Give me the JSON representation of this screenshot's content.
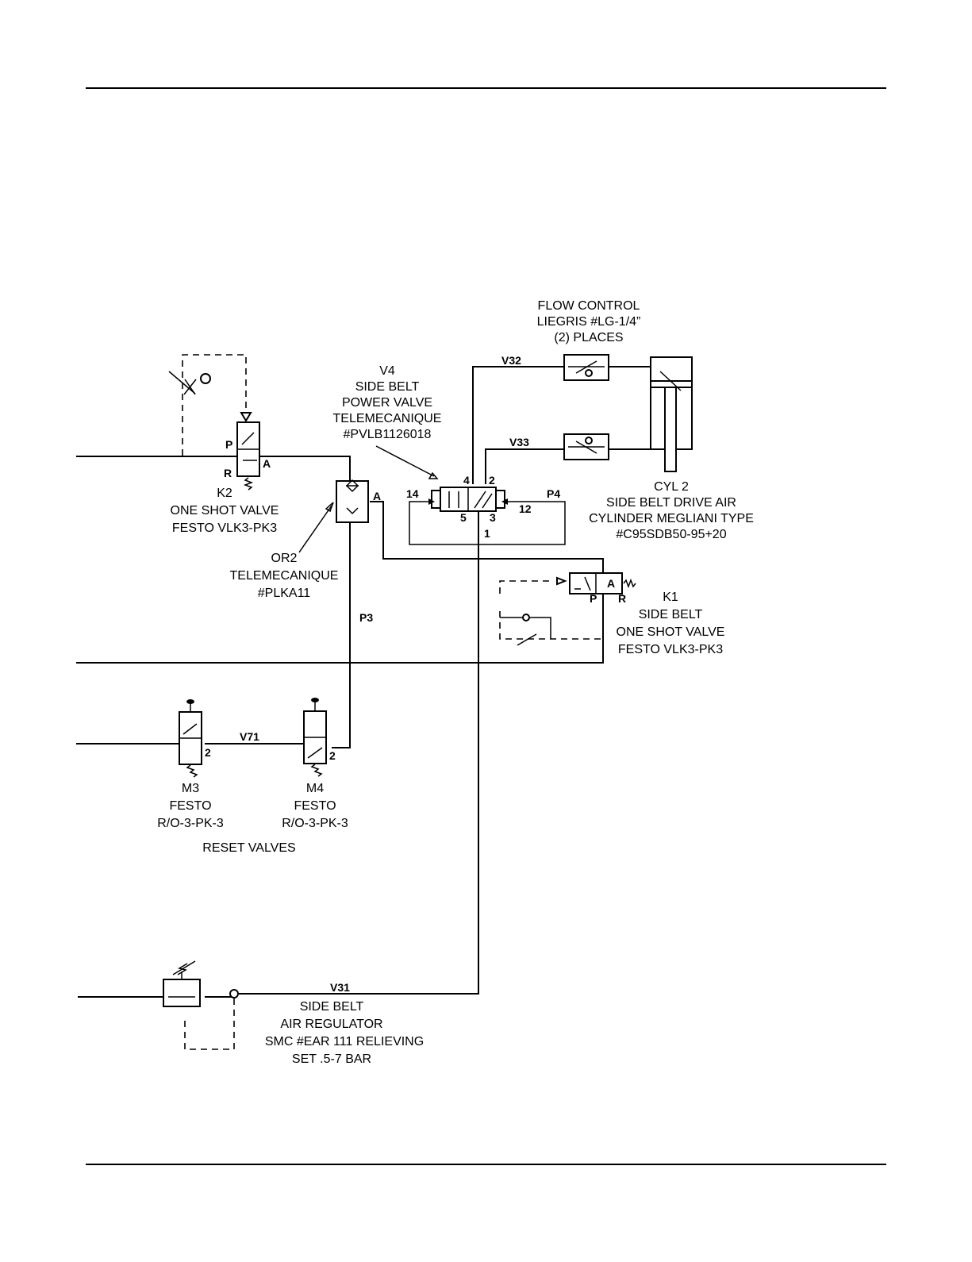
{
  "flow_control": {
    "l1": "FLOW CONTROL",
    "l2": "LIEGRIS #LG-1/4”",
    "l3": "(2) PLACES"
  },
  "v4": {
    "l1": "V4",
    "l2": "SIDE BELT",
    "l3": "POWER VALVE",
    "l4": "TELEMECANIQUE",
    "l5": "#PVLB1126018"
  },
  "k2": {
    "l1": "K2",
    "l2": "ONE SHOT VALVE",
    "l3": "FESTO VLK3-PK3",
    "port_p": "P",
    "port_r": "R",
    "port_a": "A"
  },
  "or2": {
    "l1": "OR2",
    "l2": "TELEMECANIQUE",
    "l3": "#PLKA11",
    "port_a": "A"
  },
  "cyl2": {
    "l1": "CYL 2",
    "l2": "SIDE BELT DRIVE AIR",
    "l3": "CYLINDER MEGLIANI TYPE",
    "l4": "#C95SDB50-95+20"
  },
  "k1": {
    "l1": "K1",
    "l2": "SIDE BELT",
    "l3": "ONE SHOT VALVE",
    "l4": "FESTO VLK3-PK3",
    "port_a": "A",
    "port_p": "P",
    "port_r": "R"
  },
  "m3": {
    "l1": "M3",
    "l2": "FESTO",
    "l3": "R/O-3-PK-3",
    "port": "2"
  },
  "m4": {
    "l1": "M4",
    "l2": "FESTO",
    "l3": "R/O-3-PK-3",
    "port": "2"
  },
  "reset_label": "RESET VALVES",
  "regulator": {
    "l1": "SIDE BELT",
    "l2": "AIR REGULATOR",
    "l3": "SMC #EAR 111 RELIEVING",
    "l4": "SET .5-7 BAR"
  },
  "lines": {
    "v32": "V32",
    "v33": "V33",
    "p4": "P4",
    "p3": "P3",
    "v71": "V71",
    "v31": "V31"
  },
  "ports": {
    "p14": "14",
    "p4": "4",
    "p2": "2",
    "p5": "5",
    "p3": "3",
    "p12": "12",
    "p1": "1"
  }
}
